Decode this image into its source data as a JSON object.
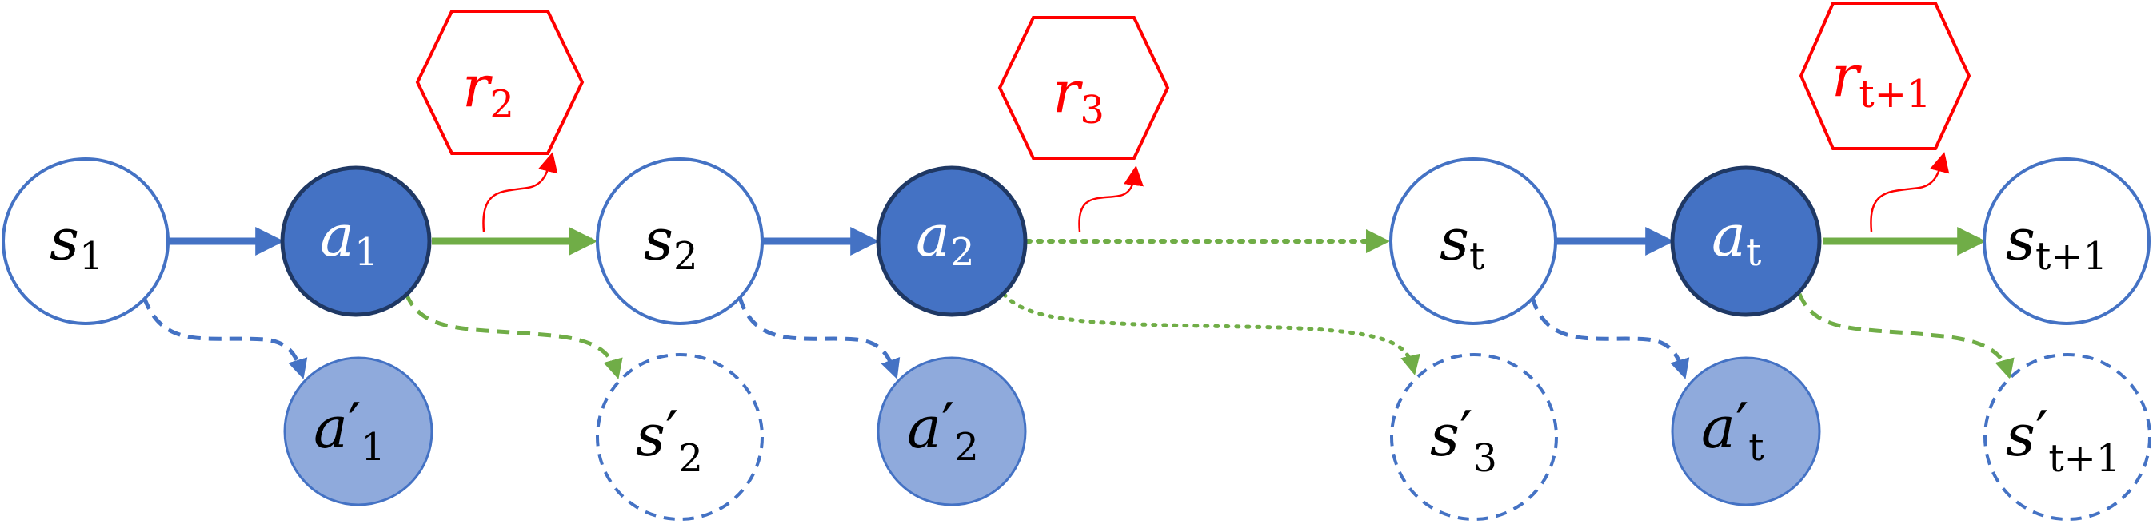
{
  "colors": {
    "blue": "#4472C4",
    "dark_blue": "#1F3864",
    "light_blue": "#8FAADC",
    "green": "#70AD47",
    "red": "#FF0000",
    "white": "#FFFFFF"
  },
  "nodes": {
    "s1": {
      "base": "s",
      "sub": "1"
    },
    "a1": {
      "base": "a",
      "sub": "1"
    },
    "s2": {
      "base": "s",
      "sub": "2"
    },
    "a2": {
      "base": "a",
      "sub": "2"
    },
    "st": {
      "base": "s",
      "sub": "t"
    },
    "at": {
      "base": "a",
      "sub": "t"
    },
    "st1": {
      "base": "s",
      "sub": "t+1"
    },
    "ap1": {
      "base": "a",
      "prime": "′",
      "sub": "1"
    },
    "sp2": {
      "base": "s",
      "prime": "′",
      "sub": "2"
    },
    "ap2": {
      "base": "a",
      "prime": "′",
      "sub": "2"
    },
    "sp3": {
      "base": "s",
      "prime": "′",
      "sub": "3"
    },
    "apt": {
      "base": "a",
      "prime": "′",
      "sub": "t"
    },
    "spt1": {
      "base": "s",
      "prime": "′",
      "sub": "t+1"
    }
  },
  "rewards": {
    "r2": {
      "base": "r",
      "sub": "2"
    },
    "r3": {
      "base": "r",
      "sub": "3"
    },
    "rt1": {
      "base": "r",
      "sub": "t+1"
    }
  }
}
